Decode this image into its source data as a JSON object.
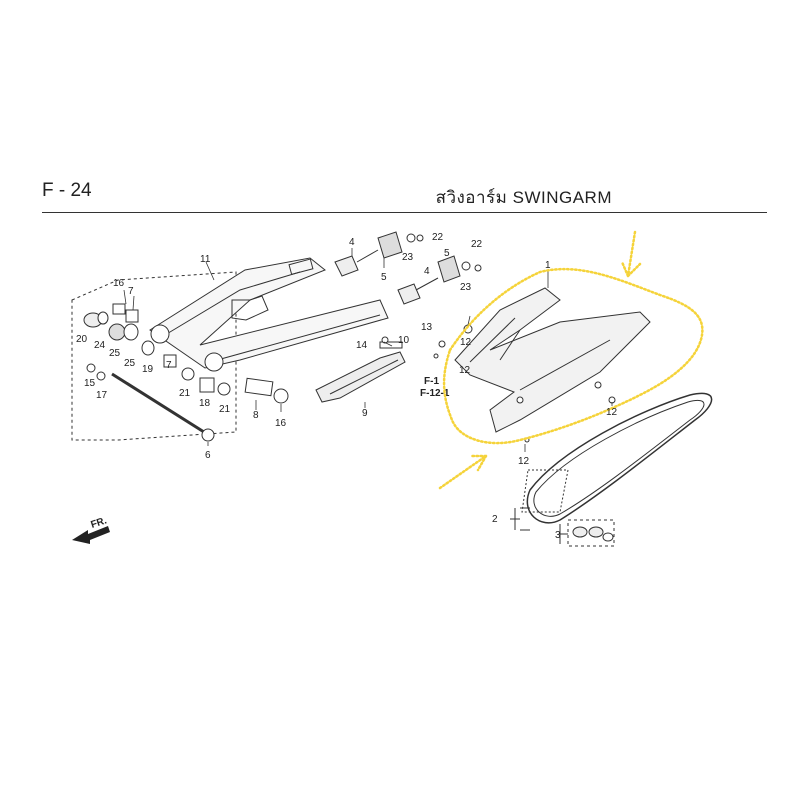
{
  "header": {
    "code": "F - 24",
    "title": "สวิงอาร์ม  SWINGARM"
  },
  "front_label": "FR.",
  "refs": {
    "top": "F-1",
    "bottom": "F-12-1"
  },
  "callouts": {
    "c1": "1",
    "c2": "2",
    "c3": "3",
    "c4a": "4",
    "c4b": "4",
    "c5a": "5",
    "c5b": "5",
    "c6": "6",
    "c7a": "7",
    "c7b": "7",
    "c8": "8",
    "c9": "9",
    "c10": "10",
    "c11": "11",
    "c12a": "12",
    "c12b": "12",
    "c12c": "12",
    "c12d": "12",
    "c13": "13",
    "c14": "14",
    "c15": "15",
    "c16a": "16",
    "c16b": "16",
    "c17": "17",
    "c18": "18",
    "c19": "19",
    "c20": "20",
    "c21a": "21",
    "c21b": "21",
    "c22a": "22",
    "c22b": "22",
    "c23a": "23",
    "c23b": "23",
    "c24": "24",
    "c25a": "25",
    "c25b": "25"
  },
  "colors": {
    "line": "#333333",
    "highlight": "#f5d33a",
    "ink": "#222222"
  }
}
